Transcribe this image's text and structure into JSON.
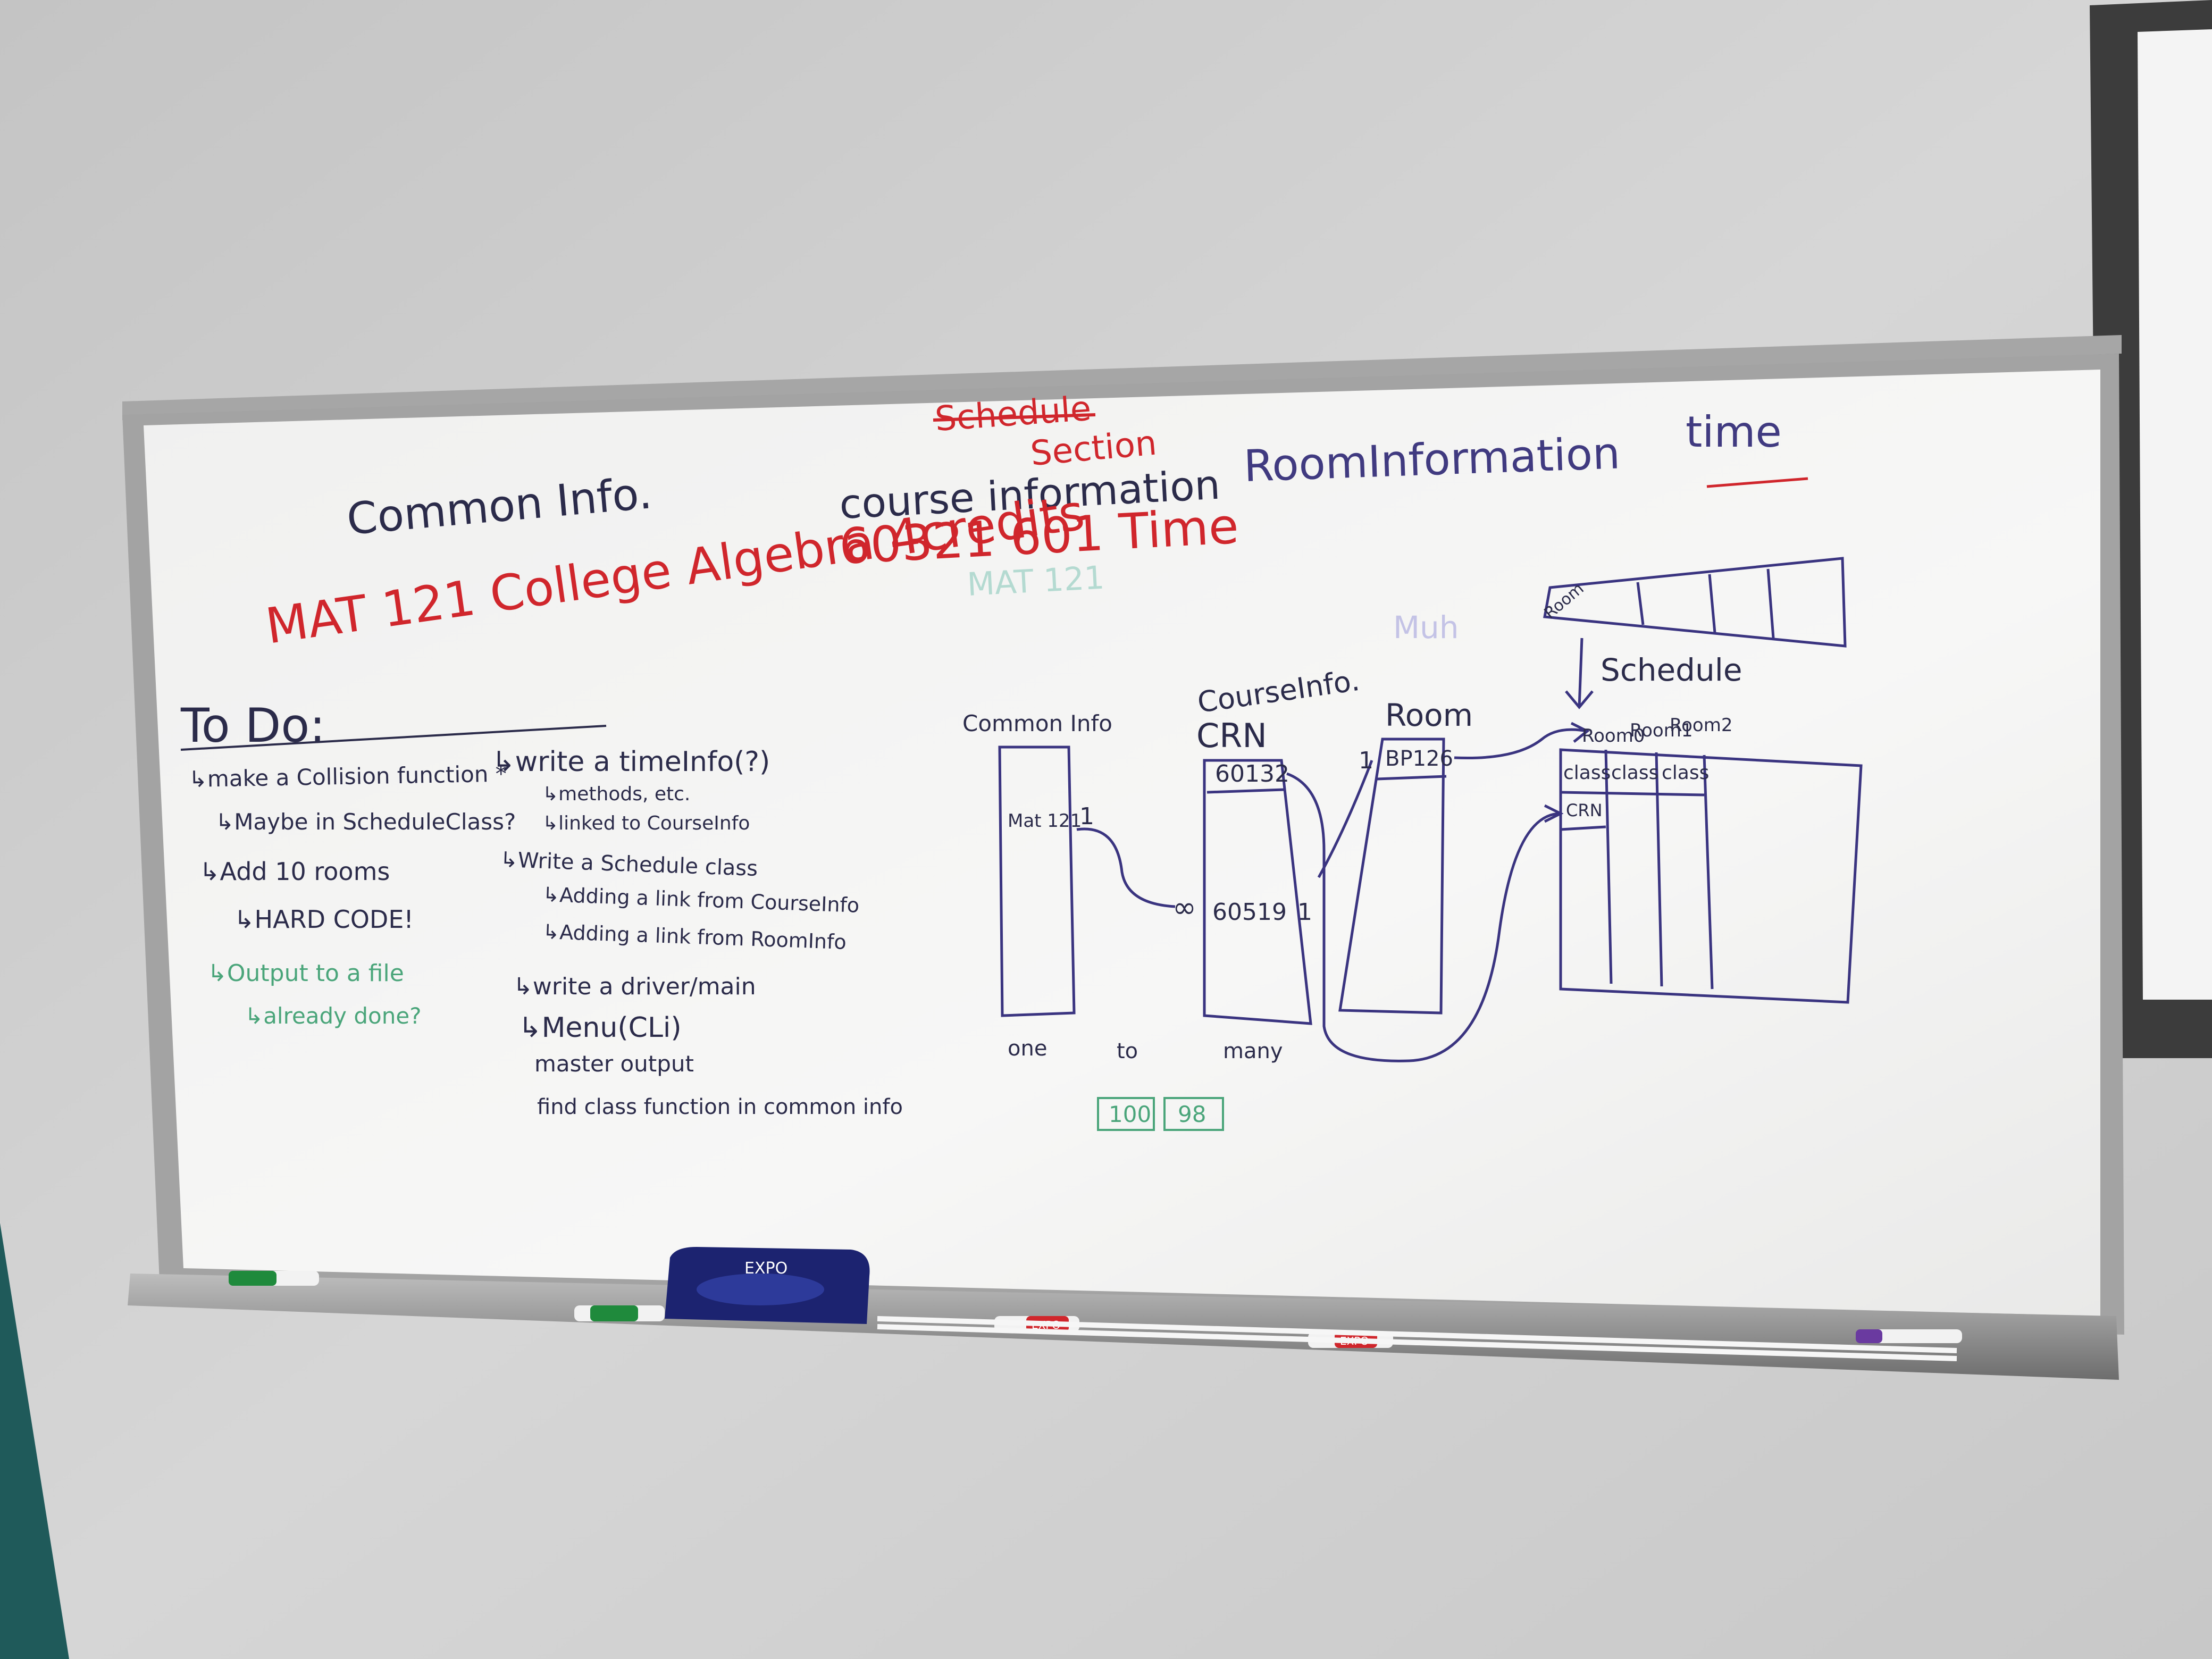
{
  "colors": {
    "wall": "#cfcfcf",
    "board": "#f3f3f2",
    "frame": "#9c9c9c",
    "red_ink": "#d0262c",
    "purple_ink": "#3a3480",
    "dark_ink": "#2a2a4a",
    "green_ink": "#4aa57a",
    "teal_ink": "#7fbfb0",
    "eraser": "#1c2370"
  },
  "headings": {
    "common_info": "Common Info.",
    "schedule_struck": "Schedule",
    "section": "Section",
    "course_information": "course information",
    "room_information": "RoomInformation",
    "time": "time"
  },
  "examples": {
    "common": "MAT 121 College Algebra 4credits",
    "course": "60321 601 Time",
    "course_faint": "MAT 121"
  },
  "todo": {
    "title": "To Do:",
    "left": [
      "↳make a Collision function *",
      "↳Maybe in ScheduleClass?",
      "↳Add 10 rooms",
      "↳HARD CODE!"
    ],
    "left_green": [
      "↳Output to a file",
      "↳already done?"
    ],
    "right": [
      "↳write a timeInfo(?)",
      "↳methods, etc.",
      "↳linked to CourseInfo",
      "↳Write a Schedule class",
      "↳Adding a link from CourseInfo",
      "↳Adding a link from RoomInfo",
      "↳write a driver/main",
      "↳Menu(CLi)",
      "master output",
      "find class function in common info"
    ]
  },
  "diagram": {
    "common_info_label": "Common Info",
    "common_cell": "Mat 121",
    "course_label": "CourseInfo.",
    "crn_label": "CRN",
    "crn_values": [
      "60132",
      "60519"
    ],
    "room_label": "Room",
    "room_cell": "BP126",
    "muh": "Muh",
    "one_a": "1",
    "one_b": "1",
    "one_c": "1",
    "infinity": "∞",
    "one_to_many": [
      "one",
      "to",
      "many"
    ],
    "array_top_cell": "Room",
    "schedule_label": "Schedule",
    "room_headers": [
      "Room0",
      "Room1",
      "Room2"
    ],
    "class_cells": [
      "class",
      "class",
      "class"
    ],
    "crn_cell": "CRN",
    "green_boxes": [
      "100",
      "98"
    ]
  },
  "markers": {
    "eraser_brand": "EXPO",
    "marker_brand": "EXPO"
  }
}
